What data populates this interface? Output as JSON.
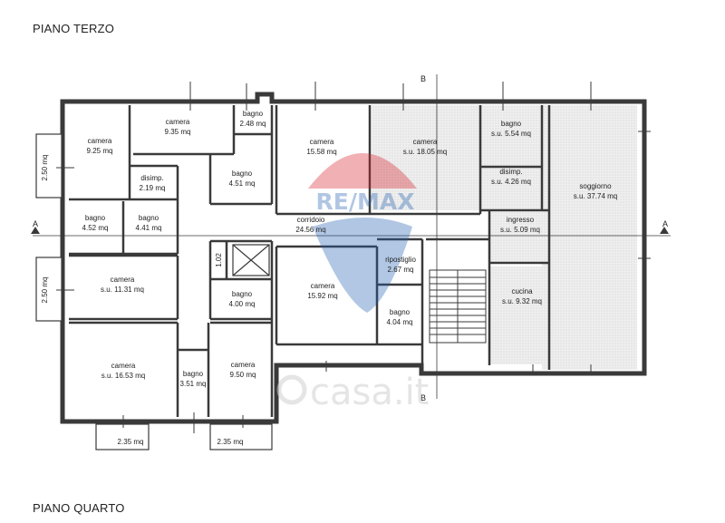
{
  "titles": {
    "top": "PIANO TERZO",
    "bottom": "PIANO QUARTO"
  },
  "colors": {
    "wall": "#3a3a3a",
    "hatch": "#e2e2e2",
    "remax_red": "#d8202a",
    "remax_blue": "#1f5fb0",
    "watermark": "#d0d0d0"
  },
  "rooms": {
    "camera_a": [
      "camera",
      "9.25 mq"
    ],
    "camera_b": [
      "camera",
      "9.35 mq"
    ],
    "bagno_a": [
      "bagno",
      "2.48 mq"
    ],
    "camera_c": [
      "camera",
      "15.58 mq"
    ],
    "camera_d": [
      "camera",
      "s.u. 18.05 mq"
    ],
    "bagno_b": [
      "bagno",
      "s.u. 5.54 mq"
    ],
    "soggiorno": [
      "soggiorno",
      "s.u. 37.74 mq"
    ],
    "disimp_a": [
      "disimp.",
      "2.19 mq"
    ],
    "bagno_c": [
      "bagno",
      "4.51 mq"
    ],
    "disimp_b": [
      "disimp.",
      "s.u. 4.26 mq"
    ],
    "bagno_d": [
      "bagno",
      "4.52 mq"
    ],
    "bagno_e": [
      "bagno",
      "4.41 mq"
    ],
    "corridoio": [
      "corridoio",
      "24.56 mq"
    ],
    "ingresso": [
      "ingresso",
      "s.u. 5.09 mq"
    ],
    "camera_e": [
      "camera",
      "s.u. 11.31 mq"
    ],
    "camera_f": [
      "camera",
      "15.92 mq"
    ],
    "ripostiglio": [
      "ripostiglio",
      "2.67 mq"
    ],
    "cucina": [
      "cucina",
      "s.u. 9.32 mq"
    ],
    "bagno_f": [
      "bagno",
      "4.00 mq"
    ],
    "bagno_g": [
      "bagno",
      "4.04 mq"
    ],
    "camera_g": [
      "camera",
      "s.u. 16.53 mq"
    ],
    "bagno_h": [
      "bagno",
      "3.51 mq"
    ],
    "camera_h": [
      "camera",
      "9.50 mq"
    ]
  },
  "dimensions": {
    "left_top": "2.50 mq",
    "left_bottom": "2.50 mq",
    "bottom_left": "2.35 mq",
    "bottom_mid": "2.35 mq",
    "small": "1.02"
  },
  "section_marks": {
    "horizontal": "A",
    "vertical": "B"
  },
  "watermarks": {
    "remax": "RE/MAX",
    "casa": "casa.it"
  }
}
